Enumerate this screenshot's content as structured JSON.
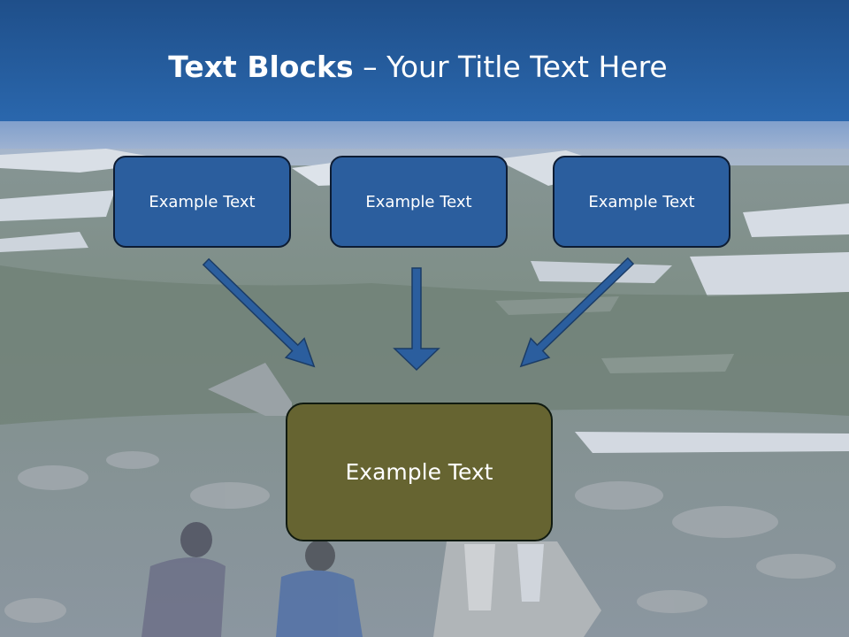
{
  "title": {
    "bold": "Text Blocks",
    "rest": " – Your Title Text Here"
  },
  "boxes": {
    "left": "Example Text",
    "middle": "Example Text",
    "right": "Example Text",
    "bottom": "Example Text"
  },
  "colors": {
    "header": "#2a67ad",
    "top_box_fill": "#2b5e9e",
    "bottom_box_fill": "#666431",
    "arrow_fill": "#2b5e9e"
  }
}
